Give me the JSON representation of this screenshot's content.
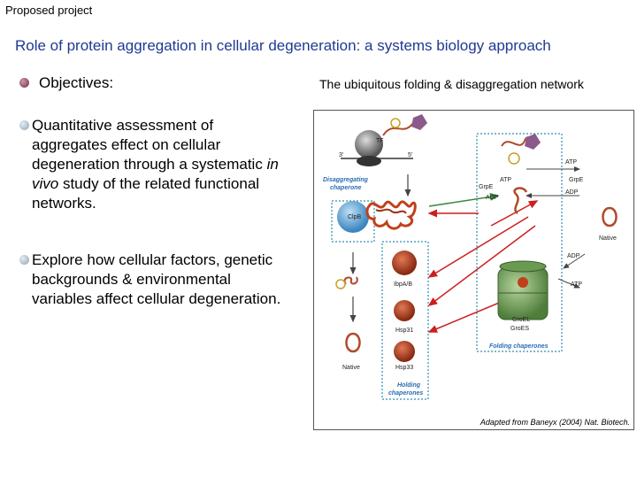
{
  "header": {
    "label": "Proposed project"
  },
  "title": "Role of protein aggregation in cellular degeneration: a systems biology approach",
  "objectives": {
    "heading": "Objectives:",
    "items": [
      {
        "before": "Quantitative assessment of aggregates effect on cellular degeneration through a systematic ",
        "emphasis": "in vivo",
        "after": " study of the related functional networks."
      },
      {
        "before": "Explore how cellular factors, genetic backgrounds & environmental variables affect cellular degeneration.",
        "emphasis": "",
        "after": ""
      }
    ]
  },
  "figure": {
    "caption": "The ubiquitous folding & disaggregation network",
    "credit": "Adapted from Baneyx (2004) Nat. Biotech.",
    "labels": {
      "three_prime": "3'",
      "five_prime": "5'",
      "tf": "TF",
      "disaggregating": "Disaggregating",
      "chaperone": "chaperone",
      "clpb": "ClpB",
      "atp1": "ATP",
      "atp2": "ATP",
      "atp3": "ATP",
      "adp1": "ADP",
      "adp2": "ADP",
      "grpe1": "GrpE",
      "grpe2": "GrpE",
      "native1": "Native",
      "native2": "Native",
      "ibpab": "IbpA/B",
      "hsp31": "Hsp31",
      "hsp33": "Hsp33",
      "groel": "GroEL",
      "groes": "GroES",
      "folding": "Folding chaperones",
      "holding": "Holding",
      "holding2": "chaperones"
    }
  }
}
